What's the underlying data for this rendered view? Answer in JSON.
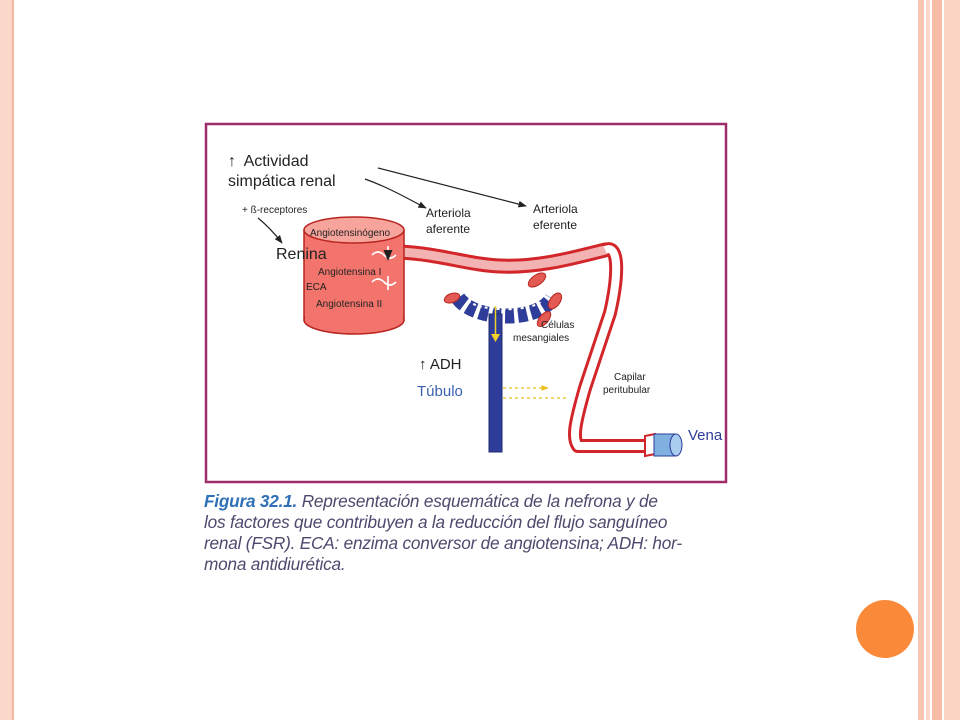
{
  "diagram": {
    "sympathetic_arrow": "↑",
    "sympathetic_line1": "Actividad",
    "sympathetic_line2": "simpática renal",
    "beta_receptors": "+ ß-receptores",
    "arteriola_aferente_line1": "Arteriola",
    "arteriola_aferente_line2": "aferente",
    "arteriola_eferente_line1": "Arteriola",
    "arteriola_eferente_line2": "eferente",
    "renina": "Renina",
    "angiotensinogeno": "Angiotensinógeno",
    "angiotensina_1": "Angiotensina I",
    "eca": "ECA",
    "angiotensina_2": "Angiotensina II",
    "celulas_line1": "Células",
    "celulas_line2": "mesangiales",
    "adh": "↑ ADH",
    "tubulo": "Túbulo",
    "capilar_line1": "Capilar",
    "capilar_line2": "peritubular",
    "vena": "Vena"
  },
  "caption": {
    "lead": "Figura 32.1.",
    "line1": "Representación esquemática de la nefrona y de",
    "line2": "los factores que contribuyen a la reducción del flujo sanguíneo",
    "line3": "renal (FSR). ECA: enzima conversor de angiotensina; ADH: hor-",
    "line4": "mona antidiurética."
  },
  "colors": {
    "frame": "#9c2d6a",
    "vessel_red": "#d2262a",
    "vessel_fill": "#f4b3b3",
    "renin_fill": "#f2746c",
    "tubule_blue": "#2e3d9a",
    "caption_blue": "#2f70b8",
    "accent_orange": "#fa8a3a"
  }
}
